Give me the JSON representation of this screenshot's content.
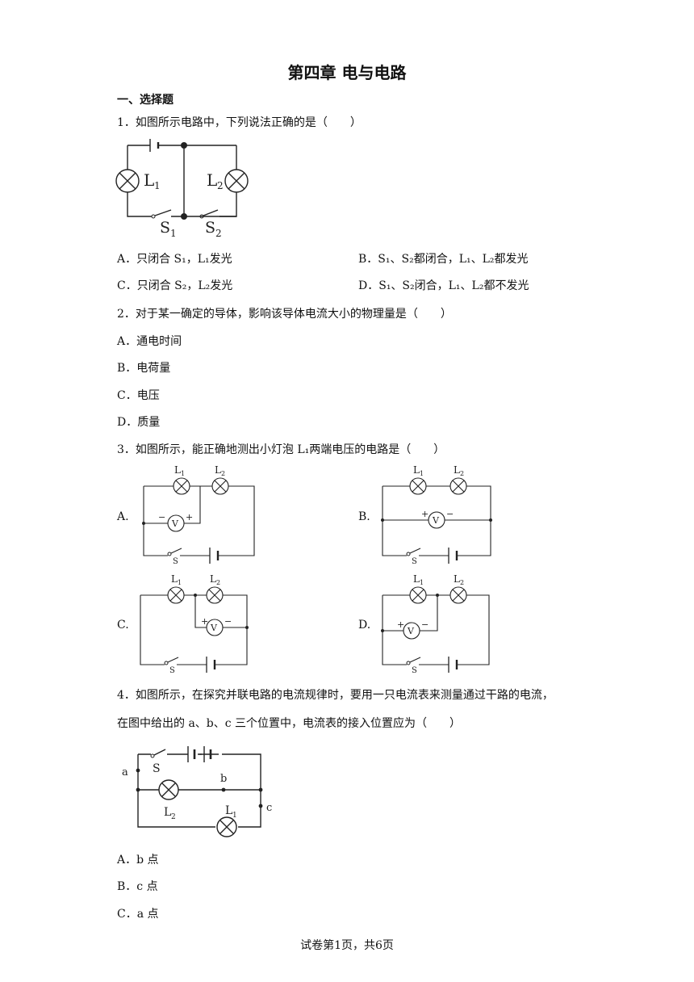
{
  "title": "第四章 电与电路",
  "section": "一、选择题",
  "questions": [
    {
      "stem": "1．如图所示电路中，下列说法正确的是（　　）",
      "figure": {
        "labels": [
          "L1",
          "L2",
          "S1",
          "S2"
        ]
      },
      "options": [
        "A．只闭合 S₁，L₁发光",
        "B．S₁、S₂都闭合，L₁、L₂都发光",
        "C．只闭合 S₂，L₂发光",
        "D．S₁、S₂闭合，L₁、L₂都不发光"
      ]
    },
    {
      "stem": "2．对于某一确定的导体，影响该导体电流大小的物理量是（　　）",
      "options": [
        "A．通电时间",
        "B．电荷量",
        "C．电压",
        "D．质量"
      ]
    },
    {
      "stem": "3．如图所示，能正确地测出小灯泡 L₁两端电压的电路是（　　）",
      "option_letters": [
        "A.",
        "B.",
        "C.",
        "D."
      ]
    },
    {
      "stem_line1": "4．如图所示，在探究并联电路的电流规律时，要用一只电流表来测量通过干路的电流，",
      "stem_line2": "在图中给出的 a、b、c 三个位置中，电流表的接入位置应为（　　）",
      "options": [
        "A．b 点",
        "B．c 点",
        "C．a 点"
      ]
    }
  ],
  "footer": "试卷第1页，共6页"
}
